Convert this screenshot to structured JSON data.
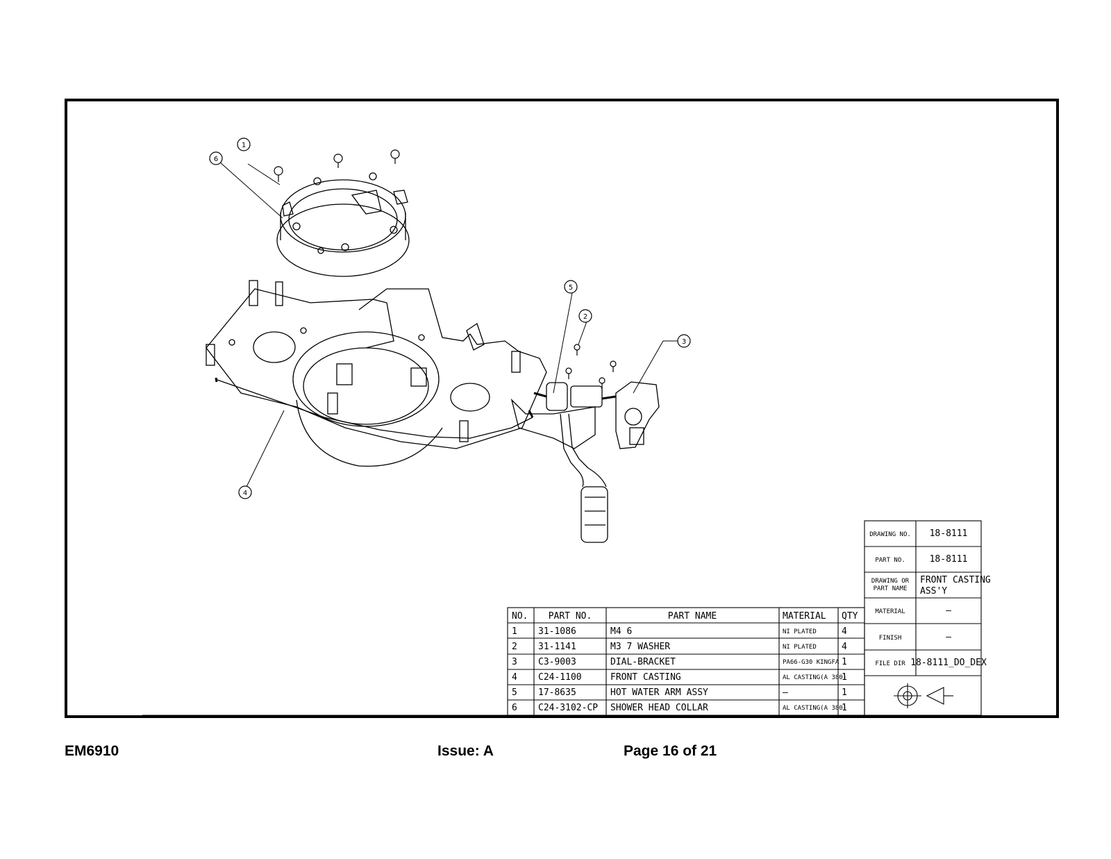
{
  "callouts": [
    "1",
    "2",
    "3",
    "4",
    "5",
    "6"
  ],
  "title_block": {
    "drawing_no_label": "DRAWING NO.",
    "drawing_no": "18-8111",
    "part_no_label": "PART NO.",
    "part_no": "18-8111",
    "name_label_1": "DRAWING OR",
    "name_label_2": "PART NAME",
    "name_1": "FRONT CASTING",
    "name_2": "ASS'Y",
    "material_label": "MATERIAL",
    "material": "—",
    "finish_label": "FINISH",
    "finish": "—",
    "file_dir_label": "FILE DIR",
    "file_dir": "18-8111_DO_DEX"
  },
  "bom": {
    "headers": [
      "NO.",
      "PART NO.",
      "PART NAME",
      "MATERIAL",
      "QTY"
    ],
    "rows": [
      [
        "1",
        "31-1086",
        "M4 6",
        "NI PLATED",
        "4"
      ],
      [
        "2",
        "31-1141",
        "M3 7 WASHER",
        "NI PLATED",
        "4"
      ],
      [
        "3",
        "C3-9003",
        "DIAL-BRACKET",
        "PA66-G30 KINGFA",
        "1"
      ],
      [
        "4",
        "C24-1100",
        "FRONT CASTING",
        "AL CASTING(A 380)",
        "1"
      ],
      [
        "5",
        "17-8635",
        "HOT WATER ARM ASSY",
        "—",
        "1"
      ],
      [
        "6",
        "C24-3102-CP",
        "SHOWER HEAD COLLAR",
        "AL CASTING(A 380)",
        "1"
      ]
    ]
  },
  "footer": {
    "doc_id": "EM6910",
    "issue": "Issue: A",
    "page": "Page 16 of 21"
  }
}
